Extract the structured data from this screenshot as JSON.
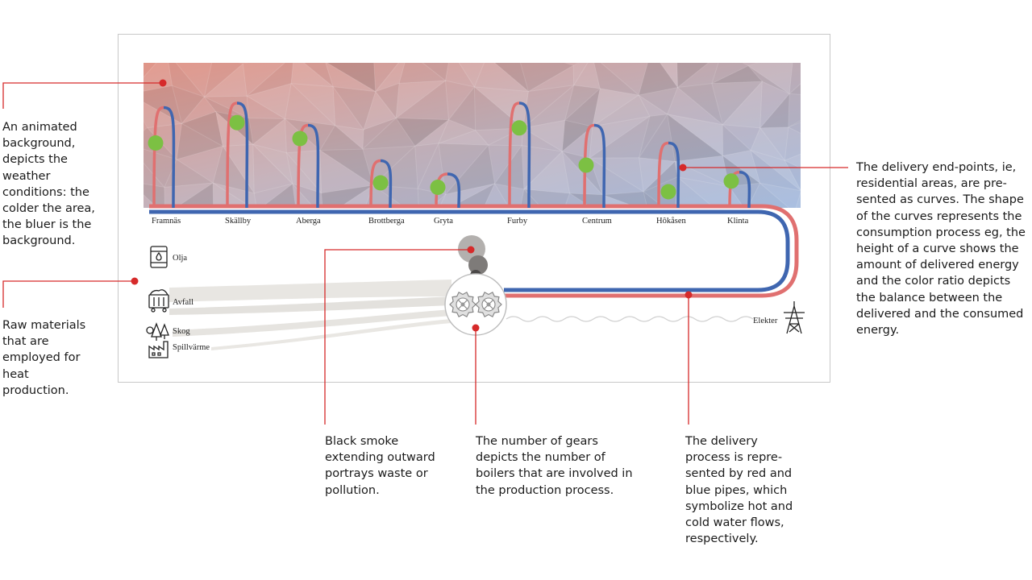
{
  "annotations": {
    "background": "An animated background, depicts the weather conditions: the colder the area, the bluer is the background.",
    "raw_materials": "Raw materials that are employed for heat production.",
    "smoke": "Black smoke extending outward portrays waste or pollution.",
    "gears": "The number of gears depicts the number of boilers that are involved in the production process.",
    "pipes": "The delivery process is repre-sented by red and blue pipes, which symbolize hot and cold water flows, respectively.",
    "endpoints": "The delivery end-points, ie, residential areas, are pre-sented as curves. The shape of the curves represents the consumption process eg, the height of a curve shows the amount of delivered energy and the color ratio depicts the balance between the delivered and the consumed energy."
  },
  "areas": [
    {
      "name": "Framnäs",
      "delivered": 0.95,
      "consumed": 0.55
    },
    {
      "name": "Skällby",
      "delivered": 1.0,
      "consumed": 0.78
    },
    {
      "name": "Aberga",
      "delivered": 0.75,
      "consumed": 0.6
    },
    {
      "name": "Brottberga",
      "delivered": 0.35,
      "consumed": 0.1
    },
    {
      "name": "Gryta",
      "delivered": 0.2,
      "consumed": 0.05
    },
    {
      "name": "Furby",
      "delivered": 1.0,
      "consumed": 0.72
    },
    {
      "name": "Centrum",
      "delivered": 0.75,
      "consumed": 0.3
    },
    {
      "name": "Hôkåsen",
      "delivered": 0.55,
      "consumed": 0.45
    },
    {
      "name": "Klinta",
      "delivered": 0.22,
      "consumed": 0.12
    }
  ],
  "sources": [
    {
      "name": "Olja",
      "icon": "oil-barrel-icon"
    },
    {
      "name": "Avfall",
      "icon": "waste-container-icon"
    },
    {
      "name": "Skog",
      "icon": "forest-icon"
    },
    {
      "name": "Spillvärme",
      "icon": "factory-icon"
    }
  ],
  "elekter_label": "Elekter",
  "elekter_icon": "power-tower-icon",
  "gear_count": 2,
  "colors": {
    "hot_pipe": "#e07070",
    "cold_pipe": "#3f66b0",
    "endpoint": "#7cc043",
    "callout": "#d62a2a",
    "flow": "#e6e4e0",
    "warm_bg": "#e0988c",
    "cold_bg": "#a9bfdf"
  }
}
